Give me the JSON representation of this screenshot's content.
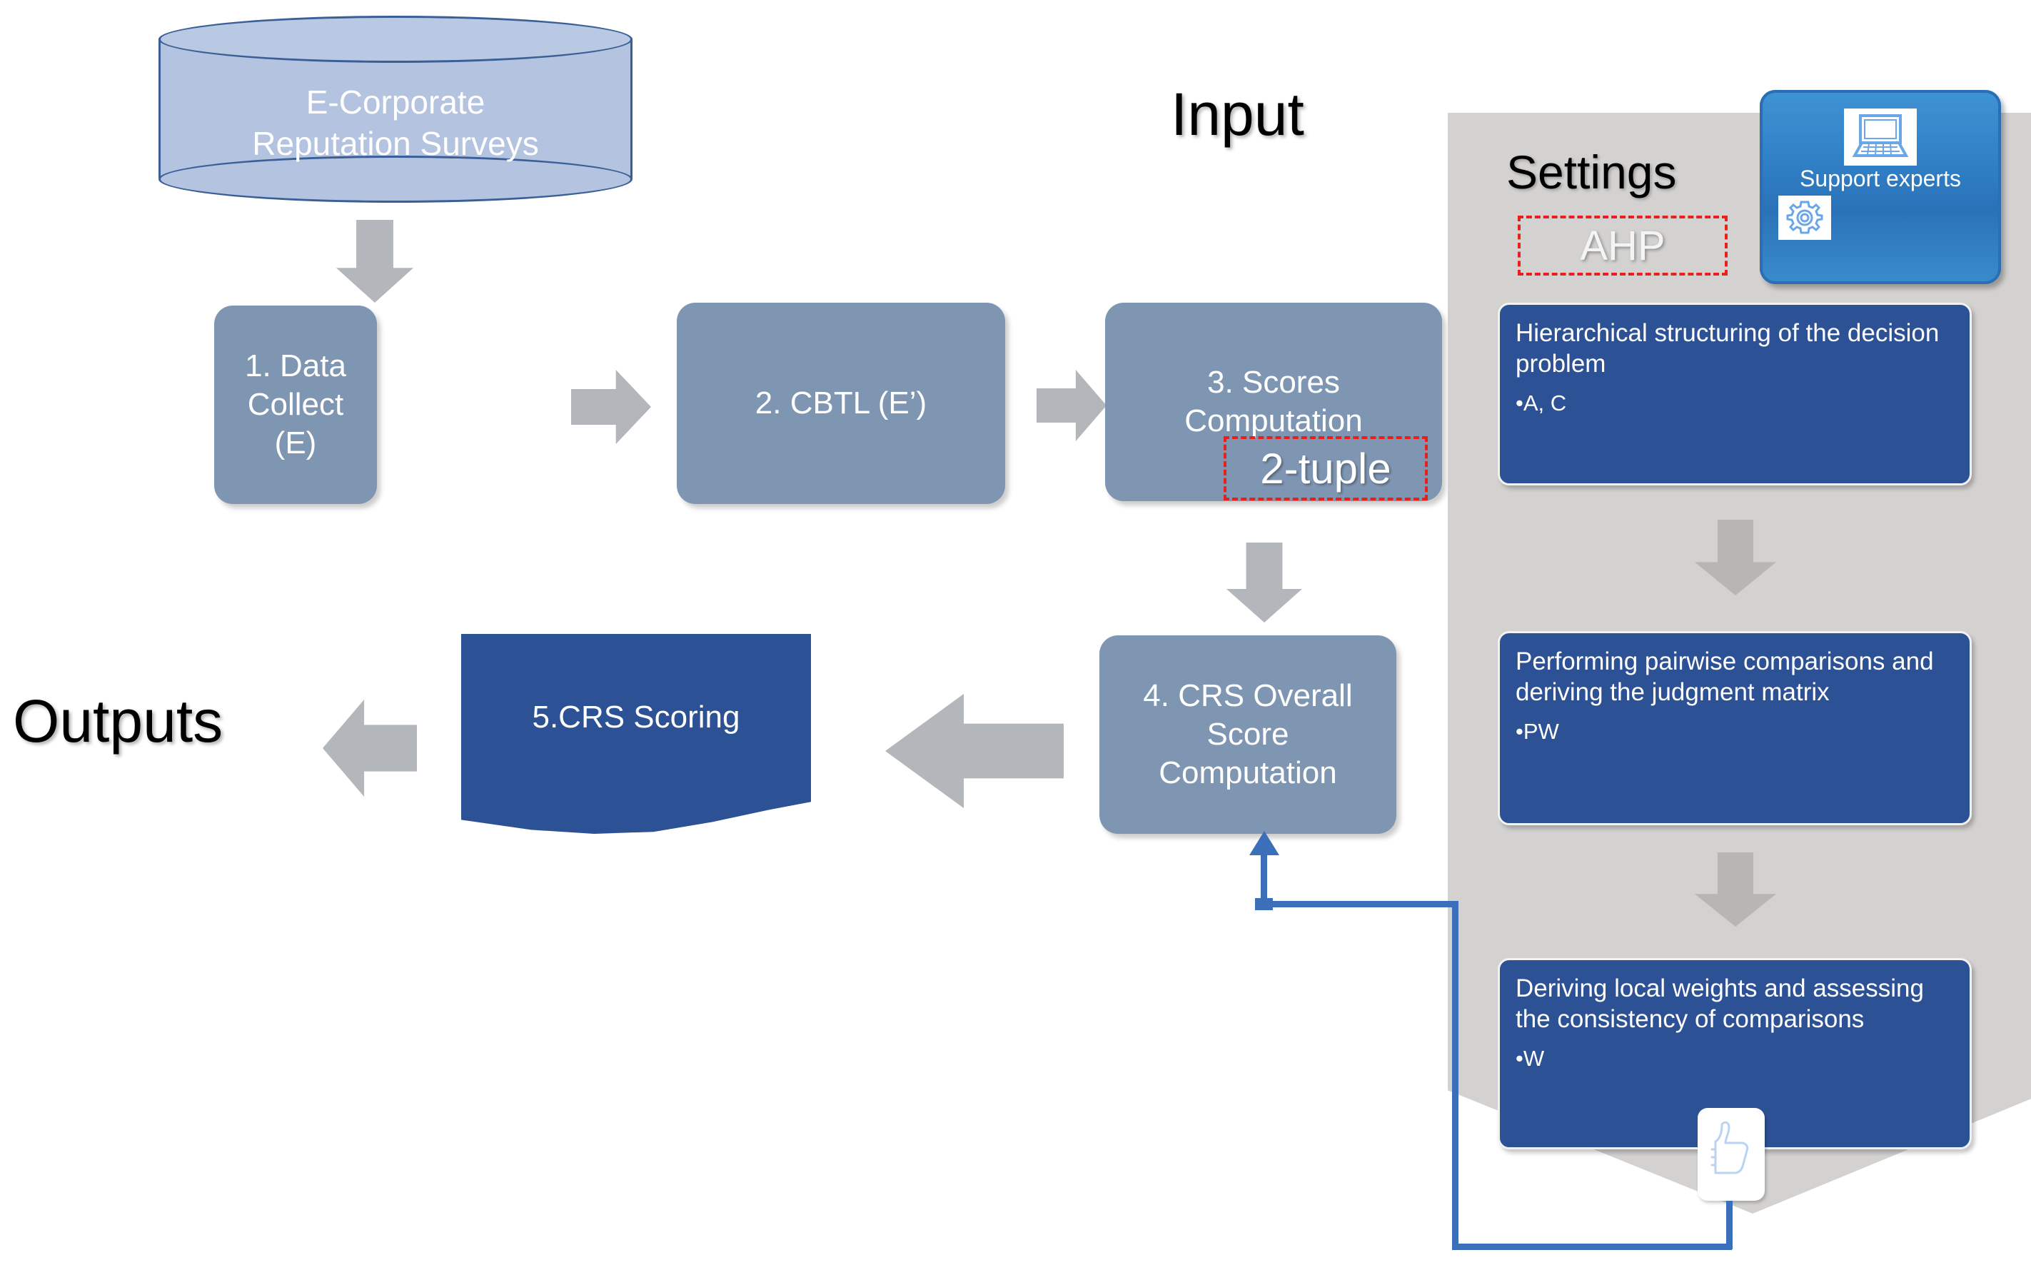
{
  "labels": {
    "input": "Input",
    "outputs": "Outputs",
    "settings": "Settings"
  },
  "datastore": {
    "name": "e-corporate-reputation-surveys",
    "line1": "E-Corporate",
    "line2": "Reputation Surveys"
  },
  "pipeline": {
    "steps": [
      {
        "id": "step-1",
        "label": "1. Data Collect\n(E)",
        "line1": "1. Data Collect",
        "line2": "(E)"
      },
      {
        "id": "step-2",
        "label": "2. CBTL (E’)",
        "line1": "2. CBTL (E’)",
        "line2": ""
      },
      {
        "id": "step-3",
        "label": "3. Scores Computation",
        "line1": "3. Scores",
        "line2": "Computation",
        "annotation": "2-tuple"
      },
      {
        "id": "step-4",
        "label": "4. CRS Overall Score Computation",
        "line1": "4. CRS Overall",
        "line2": "Score",
        "line3": "Computation"
      },
      {
        "id": "step-5",
        "label": "5.CRS Scoring"
      }
    ]
  },
  "settings_panel": {
    "title": "Settings",
    "method_tag": "AHP",
    "support": {
      "label": "Support experts",
      "laptop_icon": "laptop-icon",
      "gear_icon": "gear-icon"
    },
    "ahp_steps": [
      {
        "id": "ahp-step-1",
        "text": "Hierarchical structuring of the decision problem",
        "bullet": "•A, C"
      },
      {
        "id": "ahp-step-2",
        "text": "Performing pairwise comparisons and deriving the judgment matrix",
        "bullet": "•PW"
      },
      {
        "id": "ahp-step-3",
        "text": "Deriving local weights and assessing the consistency of comparisons",
        "bullet": "•W"
      }
    ],
    "approval_icon": "thumbs-up-icon"
  },
  "colors": {
    "process_box": "#7f96b3",
    "accent_dark_blue": "#2d5195",
    "grey_arrow": "#b3b6bb",
    "panel_grey": "#d3d2d0",
    "annotation_red": "#e8201b",
    "connector_blue": "#3b6fba",
    "cylinder_fill": "#b3c3e0",
    "cylinder_stroke": "#3a5e96",
    "support_button_blue": "#2f7dc4"
  }
}
